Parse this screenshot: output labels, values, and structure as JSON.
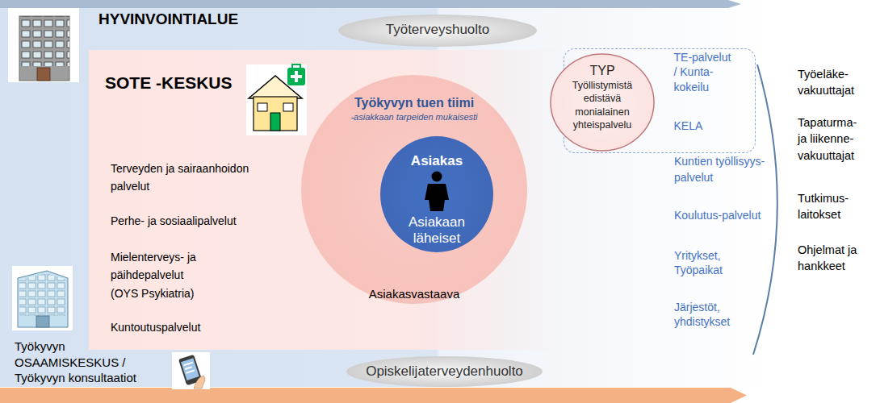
{
  "diagram": {
    "nodes": [
      {
        "text": [
          "HYVINVOINTIALUE"
        ]
      },
      {
        "text": [
          "Työterveyshuolto"
        ],
        "in": 0
      },
      {
        "text": [
          "SOTE -KESKUS",
          "Terveyden ja sairaanhoidon palvelut",
          "Perhe- ja sosiaalipalvelut",
          "Mielenterveys- ja päihdepalvelut (OYS Psykiatria)",
          "Kuntoutuspalvelut"
        ],
        "in": 0
      },
      {
        "text": [
          "Työkyvyn tuen tiimi",
          "-asiakkaan tarpeiden mukaisesti",
          "Asiakasvastaava"
        ],
        "in": 2
      },
      {
        "text": [
          "Asiakas",
          "Asiakaan läheiset"
        ],
        "in": 3
      },
      {
        "text": [
          "TE-palvelut / Kunta- kokeilu",
          "KELA"
        ],
        "in": 0
      },
      {
        "text": [
          "TYP",
          "Työllistymistä edistävä monialainen yhteispalvelu"
        ],
        "in": 5
      },
      {
        "text": [
          "Opiskelijaterveydenhuolto"
        ],
        "in": 0
      }
    ],
    "labels": [
      "Kuntien työllisyys-palvelut",
      "Koulutus-palvelut",
      "Yritykset, Työpaikat",
      "Järjestöt, yhdistykset",
      "Työeläke- vakuuttajat",
      "Tapaturma- ja liikenne- vakuuttajat",
      "Tutkimus- laitokset",
      "Ohjelmat ja hankkeet",
      "Työkyvyn OSAAMISKESKUS / Työkyvyn konsultaatiot"
    ]
  }
}
